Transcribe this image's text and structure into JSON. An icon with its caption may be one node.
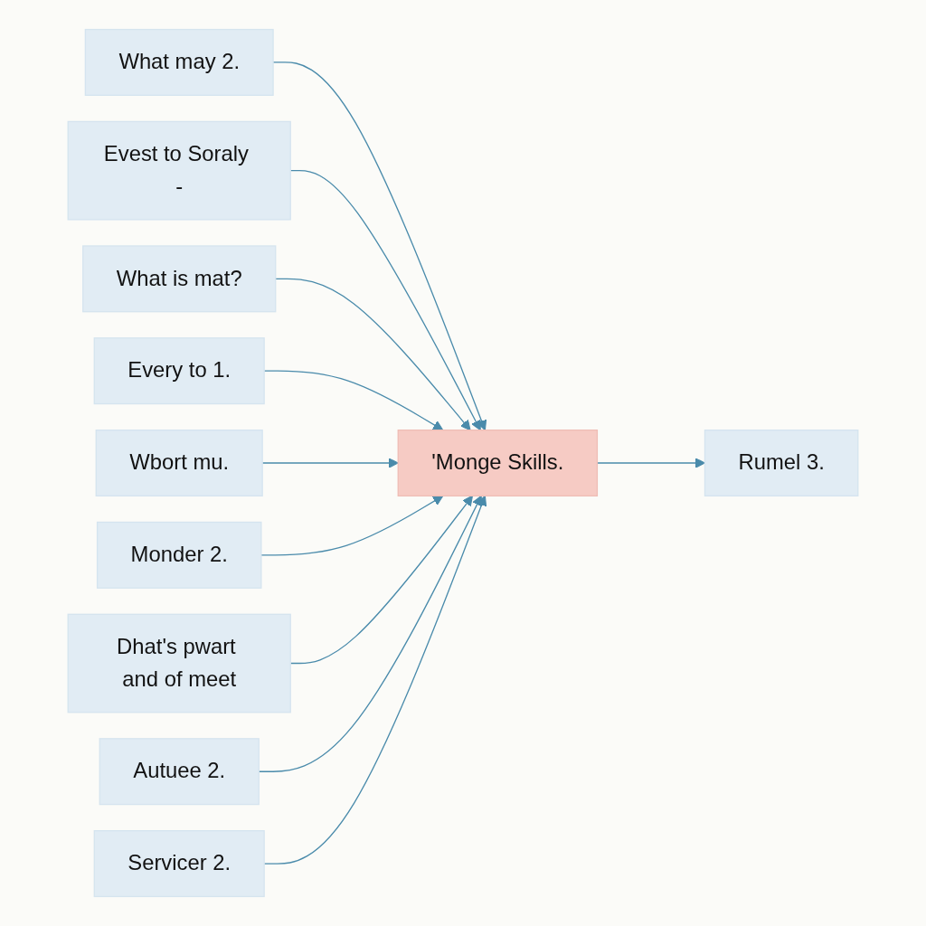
{
  "diagram": {
    "nodes": [
      {
        "text": [
          "What may 2."
        ]
      },
      {
        "text": [
          "Evest to Soraly -"
        ]
      },
      {
        "text": [
          "What is mat?"
        ]
      },
      {
        "text": [
          "Every to 1."
        ]
      },
      {
        "text": [
          "Rumel 3."
        ]
      },
      {
        "text": [
          "'Monge Skills."
        ]
      },
      {
        "text": [
          "Wbort mu."
        ]
      },
      {
        "text": [
          "Monder 2."
        ]
      },
      {
        "text": [
          "Dhat's pwart and of meet"
        ]
      },
      {
        "text": [
          "Autuee 2."
        ]
      },
      {
        "text": [
          "Servicer 2."
        ]
      }
    ],
    "edges": [
      {
        "from": 0,
        "to": 5,
        "arrow": "to"
      },
      {
        "from": 1,
        "to": 5,
        "arrow": "to"
      },
      {
        "from": 2,
        "to": 5,
        "arrow": "to"
      },
      {
        "from": 3,
        "to": 5,
        "arrow": "to"
      },
      {
        "from": 5,
        "to": 4,
        "arrow": "to"
      },
      {
        "from": 6,
        "to": 5,
        "arrow": "to"
      },
      {
        "from": 7,
        "to": 5,
        "arrow": "to"
      },
      {
        "from": 8,
        "to": 5,
        "arrow": "to"
      },
      {
        "from": 9,
        "to": 5,
        "arrow": "to"
      },
      {
        "from": 10,
        "to": 5,
        "arrow": "to"
      }
    ]
  }
}
